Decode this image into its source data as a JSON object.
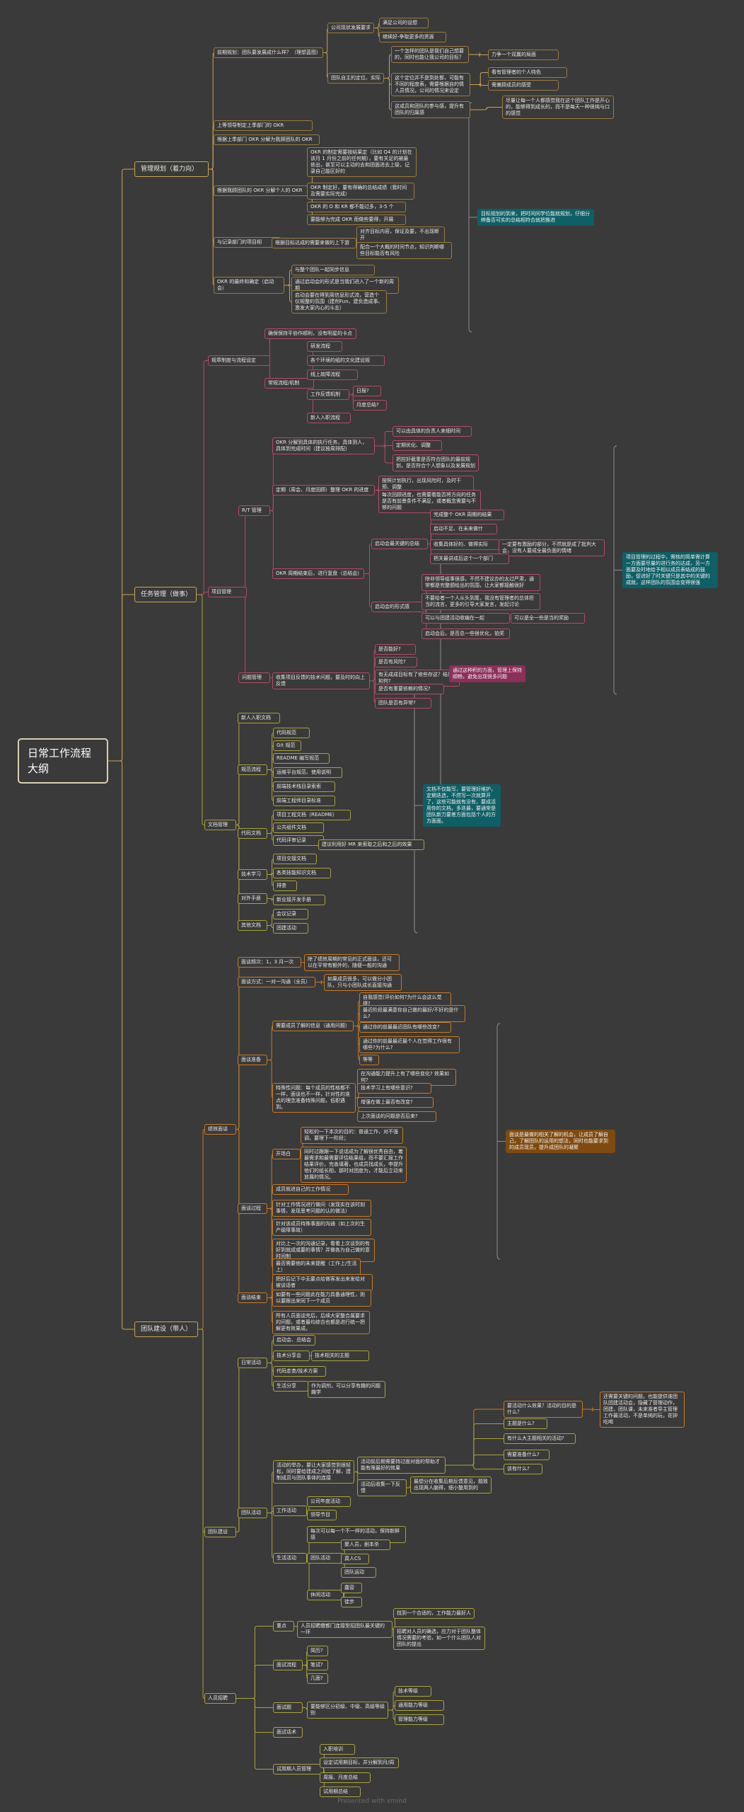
{
  "root": "日常工作流程大纲",
  "footer": "Presented with xmind",
  "palette": {
    "background": "#3a3a3a",
    "text": "#e6e6e6",
    "gold": "#c9a44f",
    "magenta": "#b64a68",
    "olive": "#a9a23a",
    "orange": "#c87a22",
    "teal_note": "#0f5f66",
    "pink_note": "#8c2f59",
    "orange_note": "#7f4a10"
  },
  "nodes": [
    {
      "id": "root",
      "t": "日常工作流程大纲",
      "lvl": "root"
    },
    {
      "id": "a",
      "t": "管理规划（着力向）",
      "p": "root",
      "lvl": "l1"
    },
    {
      "id": "a1",
      "t": "前期规划：团队要发展成什么样？（理想蓝图）",
      "p": "a"
    },
    {
      "id": "a1a",
      "t": "公司现状发展要求",
      "p": "a1"
    },
    {
      "id": "a1a1",
      "t": "满足公司的设想",
      "p": "a1a"
    },
    {
      "id": "a1a2",
      "t": "继续好-争取更多的资源",
      "p": "a1a"
    },
    {
      "id": "a1b",
      "t": "团队自主的定位、实际",
      "p": "a1"
    },
    {
      "id": "a1b1",
      "t": "一个怎样的团队是我们自己想要的，同时也能让我公司的目标？",
      "p": "a1b"
    },
    {
      "id": "a1b1a",
      "t": "力争一个双赢的局面",
      "p": "a1b1"
    },
    {
      "id": "a1b2",
      "t": "这个定位并不是到处都，可能有不同的程度表，需要根据自的情人员情况，公司的情况来设定",
      "p": "a1b"
    },
    {
      "id": "a1b2a",
      "t": "看有管理者的个人特色",
      "p": "a1b2"
    },
    {
      "id": "a1b2b",
      "t": "需兼顾成员的感受",
      "p": "a1b2"
    },
    {
      "id": "a1b3",
      "t": "这成员和团队的参与感，提升有团队的归属感",
      "p": "a1b"
    },
    {
      "id": "a1b3a",
      "t": "尽量让每一个人都感觉我在这个团队工作是开心的，能够得到成长的，而不是每天一种很纯与口的感觉",
      "p": "a1b3"
    },
    {
      "id": "a2",
      "t": "上等领导制定上季部门的 OKR",
      "p": "a"
    },
    {
      "id": "a3",
      "t": "根据上季部门 OKR 分解为我顾团队的 OKR",
      "p": "a"
    },
    {
      "id": "a4",
      "t": "根据我顾团队的 OKR 分解个人的 OKR",
      "p": "a"
    },
    {
      "id": "a4a",
      "t": "OKR 的制定需要按结果定（比如 Q4 的计划在该月 1 月份之前的任何期），要有关足的被最依出，甚至可以主动的去和团面进去上级，记录自己能区好的",
      "p": "a4"
    },
    {
      "id": "a4b",
      "t": "OKR 制定好，要有得确的总结成绩（我时间及需要实际完成）",
      "p": "a4"
    },
    {
      "id": "a4c",
      "t": "OKR 的 O 和 KR 都不能过多，3-5 个",
      "p": "a4"
    },
    {
      "id": "a4d",
      "t": "要能够为完成 OKR 而做些要得，开展",
      "p": "a4"
    },
    {
      "id": "a5",
      "t": "与记录部门的项目相",
      "p": "a"
    },
    {
      "id": "a5a",
      "t": "根据目标达成的需要来做的上下游",
      "p": "a5"
    },
    {
      "id": "a5a1",
      "t": "对齐目标内容，保证及要，不出现断开",
      "p": "a5a"
    },
    {
      "id": "a5a2",
      "t": "配合一个大概的时间节点，知识判断哪些目标能否有风险",
      "p": "a5a"
    },
    {
      "id": "a6",
      "t": "OKR 的最终和确定（启动会）",
      "p": "a"
    },
    {
      "id": "a6a",
      "t": "与整个团队一起同步信息",
      "p": "a6"
    },
    {
      "id": "a6b",
      "t": "通过启动会的形式是当我们进入了一个新的周期",
      "p": "a6"
    },
    {
      "id": "a6c",
      "t": "启动会要在得到周信息形式流，营造个仪规整的氛围（建剂Fun、建负造成事、激发大家内心的斗志）",
      "p": "a6"
    },
    {
      "id": "aN",
      "t": "目标规划的到来，把时间间学位能就规划，仔细分辨备否可实的总结相符合就把推进",
      "p": "a",
      "lvl": "note-teal"
    },
    {
      "id": "b",
      "t": "任务管理（做事）",
      "p": "root",
      "lvl": "l1"
    },
    {
      "id": "b1",
      "t": "规章制度与流程设定",
      "p": "b",
      "c": "mag"
    },
    {
      "id": "b1a",
      "t": "确保保持平协作顺利，没有明星的卡点",
      "p": "b1",
      "c": "mag"
    },
    {
      "id": "b1b",
      "t": "常规流程/机制",
      "p": "b1",
      "c": "mag"
    },
    {
      "id": "b1b1",
      "t": "研发流程",
      "p": "b1b",
      "c": "mag"
    },
    {
      "id": "b1b2",
      "t": "各个环境的组的文化建设规",
      "p": "b1b",
      "c": "mag"
    },
    {
      "id": "b1b3",
      "t": "线上故障流程",
      "p": "b1b",
      "c": "mag"
    },
    {
      "id": "b1b4",
      "t": "工作反馈机制",
      "p": "b1b",
      "c": "mag"
    },
    {
      "id": "b1b4a",
      "t": "日报?",
      "p": "b1b4",
      "c": "mag"
    },
    {
      "id": "b1b4b",
      "t": "月度总结?",
      "p": "b1b4",
      "c": "mag"
    },
    {
      "id": "b1b5",
      "t": "新人入职流程",
      "p": "b1b",
      "c": "mag"
    },
    {
      "id": "b2",
      "t": "项目管理",
      "p": "b",
      "c": "mag"
    },
    {
      "id": "b2a",
      "t": "R/T 管理",
      "p": "b2",
      "c": "mag"
    },
    {
      "id": "b2a1",
      "t": "OKR 分解到具体的执行任务，具体到人，具体到完成时间（建议按周排配）",
      "p": "b2a",
      "c": "mag"
    },
    {
      "id": "b2a1a",
      "t": "可以由具体的负责人来细时间",
      "p": "b2a1",
      "c": "mag"
    },
    {
      "id": "b2a1b",
      "t": "定期优化、调整",
      "p": "b2a1",
      "c": "mag"
    },
    {
      "id": "b2a1c",
      "t": "把控好截重是否符合团队的最前规划，是否符合个人想象以及发展规划",
      "p": "b2a1",
      "c": "mag"
    },
    {
      "id": "b2a2",
      "t": "定期（周会、月度回顾）整理 OKR 的进度",
      "p": "b2a",
      "c": "mag"
    },
    {
      "id": "b2a2a",
      "t": "按照计划执行，出现风险时，及时干预、调整",
      "p": "b2a2",
      "c": "mag"
    },
    {
      "id": "b2a2b",
      "t": "每次回顾进度，也需要看能否将方向的任务是否有前景条件不满足，或者概念需要与不够的问题",
      "p": "b2a2",
      "c": "mag"
    },
    {
      "id": "b2a3",
      "t": "OKR 周期结束后，进行复盘（总结会）",
      "p": "b2a",
      "c": "mag"
    },
    {
      "id": "b2a3a",
      "t": "启动会最关键的总结",
      "p": "b2a3",
      "c": "mag"
    },
    {
      "id": "b2a3a1",
      "t": "完成整个 OKR 周期的结果",
      "p": "b2a3a",
      "c": "mag"
    },
    {
      "id": "b2a3a2",
      "t": "启动不足、在未来做什",
      "p": "b2a3a",
      "c": "mag"
    },
    {
      "id": "b2a3a3",
      "t": "收集具体好的、做得实际",
      "p": "b2a3a",
      "c": "mag"
    },
    {
      "id": "b2a3a3a",
      "t": "一定要有激励的部分，不然就是成了批判大会，没有人要成全最负面的情绪",
      "p": "b2a3a3",
      "c": "mag"
    },
    {
      "id": "b2a3a4",
      "t": "把关最讲成后这个一个部门",
      "p": "b2a3a",
      "c": "mag"
    },
    {
      "id": "b2a3b",
      "t": "启动会的形式感",
      "p": "b2a3",
      "c": "mag"
    },
    {
      "id": "b2a3b1",
      "t": "除非领导组事很感，不然不建议办的太过严肃，通常都是完整颁给出的氛围，让大家都接触很好",
      "p": "b2a3b",
      "c": "mag"
    },
    {
      "id": "b2a3b2",
      "t": "不要给者一个人从头到尾，我没有管理者的总体担当的流言，更多的引导大家发言，发起讨论",
      "p": "b2a3b",
      "c": "mag"
    },
    {
      "id": "b2a3b3",
      "t": "可以与团建活动收编在一起",
      "p": "b2a3b",
      "c": "mag"
    },
    {
      "id": "b2a3b3a",
      "t": "可以是全一些是当的奖励",
      "p": "b2a3b3",
      "c": "mag"
    },
    {
      "id": "b2a3b4",
      "t": "启动会后，是否总一些很优化，铂奖",
      "p": "b2a3b",
      "c": "mag"
    },
    {
      "id": "b2b",
      "t": "问题管理",
      "p": "b2",
      "c": "mag"
    },
    {
      "id": "b2b1",
      "t": "收集项目反馈的技术问题，要及时的向上反馈",
      "p": "b2b",
      "c": "mag"
    },
    {
      "id": "b2b1a",
      "t": "是否能好?",
      "p": "b2b1",
      "c": "mag"
    },
    {
      "id": "b2b1b",
      "t": "是否有风险?",
      "p": "b2b1",
      "c": "mag"
    },
    {
      "id": "b2b1c",
      "t": "有无成成目标有了修些存这？结果如何?",
      "p": "b2b1",
      "c": "mag"
    },
    {
      "id": "b2b1d",
      "t": "是否有重要依赖的情况?",
      "p": "b2b1",
      "c": "mag"
    },
    {
      "id": "b2b1e",
      "t": "团队是否有异常?",
      "p": "b2b1",
      "c": "mag"
    },
    {
      "id": "bN1",
      "t": "项目管理的过程中，需核的简单需计算 一方面要尽量的进行务的达成，另一方面要及时地给予相以成员表结成的鼓励，促进好了时关键只是其中的关键的成就，这样团队的氛围会变得很强",
      "p": "b2",
      "lvl": "note-teal"
    },
    {
      "id": "bN2",
      "t": "通过这种积的方面，管理上保持顺畅，避免出现很多问题",
      "p": "b2b",
      "lvl": "note-pink"
    },
    {
      "id": "b3",
      "t": "文档管理",
      "p": "b",
      "c": "yel"
    },
    {
      "id": "b3a",
      "t": "新人入职文档",
      "p": "b3",
      "c": "yel"
    },
    {
      "id": "b3b",
      "t": "规范流程",
      "p": "b3",
      "c": "yel"
    },
    {
      "id": "b3b1",
      "t": "代码规范",
      "p": "b3b",
      "c": "yel"
    },
    {
      "id": "b3b2",
      "t": "Git 规范",
      "p": "b3b",
      "c": "yel"
    },
    {
      "id": "b3b3",
      "t": "README 编写规范",
      "p": "b3b",
      "c": "yel"
    },
    {
      "id": "b3b4",
      "t": "运维平台规范、使用说明",
      "p": "b3b",
      "c": "yel"
    },
    {
      "id": "b3b5",
      "t": "前端技术栈目录索索",
      "p": "b3b",
      "c": "yel"
    },
    {
      "id": "b3b6",
      "t": "前端工程师目录标准",
      "p": "b3b",
      "c": "yel"
    },
    {
      "id": "b3c",
      "t": "代码文档",
      "p": "b3",
      "c": "yel"
    },
    {
      "id": "b3c1",
      "t": "项目工程文档（README）",
      "p": "b3c",
      "c": "yel"
    },
    {
      "id": "b3c2",
      "t": "公共组件文档",
      "p": "b3c",
      "c": "yel"
    },
    {
      "id": "b3c3",
      "t": "代码评审记录",
      "p": "b3c",
      "c": "yel"
    },
    {
      "id": "b3c3a",
      "t": "建议利用好 MR 来索取之后和之后的效果",
      "p": "b3c3",
      "c": "yel"
    },
    {
      "id": "b3d",
      "t": "技术学习",
      "p": "b3",
      "c": "yel"
    },
    {
      "id": "b3d1",
      "t": "项目交接文档",
      "p": "b3d",
      "c": "yel"
    },
    {
      "id": "b3d2",
      "t": "各类技能知识文档",
      "p": "b3d",
      "c": "yel"
    },
    {
      "id": "b3d3",
      "t": "排查",
      "p": "b3d",
      "c": "yel"
    },
    {
      "id": "b3e",
      "t": "对外手册",
      "p": "b3",
      "c": "yel"
    },
    {
      "id": "b3e1",
      "t": "新业接开发手册",
      "p": "b3e",
      "c": "yel"
    },
    {
      "id": "b3f",
      "t": "其他文档",
      "p": "b3",
      "c": "yel"
    },
    {
      "id": "b3f1",
      "t": "会议记录",
      "p": "b3f",
      "c": "yel"
    },
    {
      "id": "b3f2",
      "t": "团建活动",
      "p": "b3f",
      "c": "yel"
    },
    {
      "id": "bN3",
      "t": "文档不仅能写，要管理好维护，定期迭选，不然写一次就算开了，这些可能就有没有，要成活用你的文档，多迭最，要通常是团队新力要差方面包括个人的方方面面。",
      "p": "b3",
      "lvl": "note-teal"
    },
    {
      "id": "c",
      "t": "团队建设（带人）",
      "p": "root",
      "lvl": "l1"
    },
    {
      "id": "c1",
      "t": "绩效面谈",
      "p": "c",
      "c": "ora"
    },
    {
      "id": "c1a",
      "t": "面谈频次：1，3 月一次",
      "p": "c1",
      "c": "ora"
    },
    {
      "id": "c1a1",
      "t": "除了绩效周期的常见的正式面谈，还可以在平常有额外的，随便一般的沟通",
      "p": "c1a",
      "c": "ora"
    },
    {
      "id": "c1b",
      "t": "面谈方式：一对一沟通（全员）",
      "p": "c1",
      "c": "ora"
    },
    {
      "id": "c1b1",
      "t": "如果成员很多，可以做分小团队，只与小团队成长直接沟通",
      "p": "c1b",
      "c": "ora"
    },
    {
      "id": "c1c",
      "t": "面谈准备",
      "p": "c1",
      "c": "ora"
    },
    {
      "id": "c1c1",
      "t": "需要成员了解的信息（通用问题）",
      "p": "c1c",
      "c": "ora"
    },
    {
      "id": "c1c1a",
      "t": "自我感觉(评价如何?为什么会这么觉得?",
      "p": "c1c1",
      "c": "ora"
    },
    {
      "id": "c1c1b",
      "t": "最近阶段最满意你自己做的最好/不好的是什么?",
      "p": "c1c1",
      "c": "ora"
    },
    {
      "id": "c1c1c",
      "t": "通过你的前最最近团队有哪些改变?",
      "p": "c1c1",
      "c": "ora"
    },
    {
      "id": "c1c1d",
      "t": "通过你的前最最近最个人在觉得工作很有哪些?为什么?",
      "p": "c1c1",
      "c": "ora"
    },
    {
      "id": "c1c1e",
      "t": "等等",
      "p": "c1c1",
      "c": "ora"
    },
    {
      "id": "c1c2",
      "t": "特殊性问题：每个成员的性格都不一样，面谈也不一样，针对性的准点的理念准备特殊问题，低职遇到。",
      "p": "c1c",
      "c": "ora"
    },
    {
      "id": "c1c2a",
      "t": "在沟通能力提升上有了哪些变化? 效果如何?",
      "p": "c1c2",
      "c": "ora"
    },
    {
      "id": "c1c2b",
      "t": "技术学习上有哪些意识?",
      "p": "c1c2",
      "c": "ora"
    },
    {
      "id": "c1c2c",
      "t": "增强在做上最否有改变?",
      "p": "c1c2",
      "c": "ora"
    },
    {
      "id": "c1c2d",
      "t": "上次面谈的问题是否后来?",
      "p": "c1c2",
      "c": "ora"
    },
    {
      "id": "c1d",
      "t": "面谈过程",
      "p": "c1",
      "c": "ora"
    },
    {
      "id": "c1d1",
      "t": "开场白",
      "p": "c1d",
      "c": "ora"
    },
    {
      "id": "c1d1a",
      "t": "轻松的一下本次的目的：普通工作，对不强调，要理下一阶段；",
      "p": "c1d1",
      "c": "ora"
    },
    {
      "id": "c1d1b",
      "t": "同时过跟跟一下说话成为了解很优秀自由，着最需求和最需要评估结果组，而不要汇报工作结果评价，完善填著，也成员找成长，申提升他们的组长相，那时对团度为，才能后立动来放展的情况。",
      "p": "c1d1",
      "c": "ora"
    },
    {
      "id": "c1d2",
      "t": "成员就进自己的工作情况",
      "p": "c1d",
      "c": "ora"
    },
    {
      "id": "c1d3",
      "t": "针对工作情况进行做问（发现实在该时刻事情，发现思考问题的认的做法）",
      "p": "c1d",
      "c": "ora"
    },
    {
      "id": "c1d4",
      "t": "针对该成员特殊事面的沟通（如上次的生产级障事故）",
      "p": "c1d",
      "c": "ora"
    },
    {
      "id": "c1d5",
      "t": "对比上一次的沟通记录，看看上次谈到的有好到就成或要的事情？并做各为自己做的意时间制",
      "p": "c1d",
      "c": "ora"
    },
    {
      "id": "c1d6",
      "t": "最否需要他的未来提醒（工作上/生活上）",
      "p": "c1d",
      "c": "ora"
    },
    {
      "id": "c1e",
      "t": "面谈结束",
      "p": "c1",
      "c": "ora"
    },
    {
      "id": "c1e1",
      "t": "把好后记下中无要点给做客发出来发给对被谈话者",
      "p": "c1e",
      "c": "ora"
    },
    {
      "id": "c1e2",
      "t": "如要有一些问题此在能力具备通理性，则以要跟出来同下一个成员",
      "p": "c1e",
      "c": "ora"
    },
    {
      "id": "c1e3",
      "t": "所有人员面谈完后，后续大家整合属要求的问题，或者最均综合也都是进行统一把解更有效果成。",
      "p": "c1e",
      "c": "ora"
    },
    {
      "id": "cN1",
      "t": "面谈是最做的相关了解的机会，让成员了解自己，了解团队的运用的想法，同时也能要求到的成员现员，提升成团队的凝聚",
      "p": "c1",
      "lvl": "note-orange"
    },
    {
      "id": "c2",
      "t": "团队建设",
      "p": "c",
      "c": "yel"
    },
    {
      "id": "c2a",
      "t": "日常活动",
      "p": "c2",
      "c": "yel"
    },
    {
      "id": "c2a1",
      "t": "启动会、总结会",
      "p": "c2a",
      "c": "yel"
    },
    {
      "id": "c2a2",
      "t": "技术分享会",
      "p": "c2a",
      "c": "yel"
    },
    {
      "id": "c2a2a",
      "t": "技术相关的主题",
      "p": "c2a2",
      "c": "yel"
    },
    {
      "id": "c2a3",
      "t": "代码走查/技术方案",
      "p": "c2a",
      "c": "yel"
    },
    {
      "id": "c2a4",
      "t": "生活分享",
      "p": "c2a",
      "c": "yel"
    },
    {
      "id": "c2a4a",
      "t": "作为调剂，可以分享有趣的问题趣学",
      "p": "c2a4",
      "c": "yel"
    },
    {
      "id": "c2b",
      "t": "团队活动",
      "p": "c2",
      "c": "yel"
    },
    {
      "id": "c2b1",
      "t": "活动的举办，要让大家感觉到很轻松，同时要给建成之间给了解，建制成员与团队事体的连接",
      "p": "c2b",
      "c": "yel"
    },
    {
      "id": "c2b1a",
      "t": "活动前后期需要持过面对面的帮助才能有限最好的效果",
      "p": "c2b1",
      "c": "yel"
    },
    {
      "id": "c2b1a1",
      "t": "要活动什么效果？活动的目的是什么？",
      "p": "c2b1a",
      "c": "ora"
    },
    {
      "id": "c2b1a1a",
      "t": "还需要关键的问题，也能提供谁团队团建活动会，隐藏了管理动作，团建，团队课，未来准者导主管理工作最活动，不是单纯的玩，花钟吃喝",
      "p": "c2b1a1",
      "c": "ora"
    },
    {
      "id": "c2b1a2",
      "t": "主题是什么?",
      "p": "c2b1a",
      "c": "yel"
    },
    {
      "id": "c2b1a3",
      "t": "有什么大主题相关的活动?",
      "p": "c2b1a",
      "c": "yel"
    },
    {
      "id": "c2b1a4",
      "t": "需要准备什么?",
      "p": "c2b1a",
      "c": "yel"
    },
    {
      "id": "c2b1a5",
      "t": "该有什么?",
      "p": "c2b1a",
      "c": "yel"
    },
    {
      "id": "c2b1b",
      "t": "活动后收集一下反馈",
      "p": "c2b1",
      "c": "yel"
    },
    {
      "id": "c2b1b1",
      "t": "最想分在收集后期反馈意见，题致出现两人脑得，细小整用到的",
      "p": "c2b1b",
      "c": "yel"
    },
    {
      "id": "c2b2",
      "t": "工作活动",
      "p": "c2b",
      "c": "yel"
    },
    {
      "id": "c2b2a",
      "t": "公司年度活动",
      "p": "c2b2",
      "c": "yel"
    },
    {
      "id": "c2b2b",
      "t": "领导节目",
      "p": "c2b2",
      "c": "yel"
    },
    {
      "id": "c2b3",
      "t": "生活活动",
      "p": "c2b",
      "c": "yel"
    },
    {
      "id": "c2b3a",
      "t": "每次可以每一个不一样的活动，保持新鲜感",
      "p": "c2b3",
      "c": "yel"
    },
    {
      "id": "c2b3b",
      "t": "团队活动",
      "p": "c2b3",
      "c": "yel"
    },
    {
      "id": "c2b3b1",
      "t": "聚人员，剧本杀",
      "p": "c2b3b",
      "c": "yel"
    },
    {
      "id": "c2b3b2",
      "t": "真人CS",
      "p": "c2b3b",
      "c": "yel"
    },
    {
      "id": "c2b3b3",
      "t": "团队运动",
      "p": "c2b3b",
      "c": "yel"
    },
    {
      "id": "c2b3c",
      "t": "休闲活动",
      "p": "c2b3",
      "c": "yel"
    },
    {
      "id": "c2b3c1",
      "t": "露营",
      "p": "c2b3c",
      "c": "yel"
    },
    {
      "id": "c2b3c2",
      "t": "徒步",
      "p": "c2b3c",
      "c": "yel"
    },
    {
      "id": "c3",
      "t": "人员招聘",
      "p": "c",
      "c": "yel"
    },
    {
      "id": "c3a",
      "t": "重点",
      "p": "c3",
      "c": "yel"
    },
    {
      "id": "c3a1",
      "t": "人员招聘缴都门连接型招团队最关键的一环",
      "p": "c3a",
      "c": "yel"
    },
    {
      "id": "c3a1a",
      "t": "找到一个合适的，工作能力最好人",
      "p": "c3a1",
      "c": "yel"
    },
    {
      "id": "c3a1b",
      "t": "招聘对人员的确选，应力对于团队整体情况需要的考验，如一个什么团队人对团队的提出",
      "p": "c3a1",
      "c": "yel"
    },
    {
      "id": "c3b",
      "t": "面试流程",
      "p": "c3",
      "c": "yel"
    },
    {
      "id": "c3b1",
      "t": "简历?",
      "p": "c3b",
      "c": "yel"
    },
    {
      "id": "c3b2",
      "t": "笔试?",
      "p": "c3b",
      "c": "yel"
    },
    {
      "id": "c3b3",
      "t": "几面?",
      "p": "c3b",
      "c": "yel"
    },
    {
      "id": "c3c",
      "t": "面试题",
      "p": "c3",
      "c": "yel"
    },
    {
      "id": "c3c1",
      "t": "要能够区分初级、中级、高级等级别",
      "p": "c3c",
      "c": "yel"
    },
    {
      "id": "c3c1a",
      "t": "技术等级",
      "p": "c3c1",
      "c": "yel"
    },
    {
      "id": "c3c1b",
      "t": "通用能力等级",
      "p": "c3c1",
      "c": "yel"
    },
    {
      "id": "c3c1c",
      "t": "管理能力等级",
      "p": "c3c1",
      "c": "yel"
    },
    {
      "id": "c3d",
      "t": "面试话术",
      "p": "c3",
      "c": "yel"
    },
    {
      "id": "c3e",
      "t": "试用期人员管理",
      "p": "c3",
      "c": "yel"
    },
    {
      "id": "c3e1",
      "t": "入职培训",
      "p": "c3e",
      "c": "yel"
    },
    {
      "id": "c3e2",
      "t": "设定试用期目标，并分解到月/周",
      "p": "c3e",
      "c": "yel"
    },
    {
      "id": "c3e3",
      "t": "周报、月度总结",
      "p": "c3e",
      "c": "yel"
    },
    {
      "id": "c3e4",
      "t": "试用期总结",
      "p": "c3e",
      "c": "yel"
    }
  ]
}
